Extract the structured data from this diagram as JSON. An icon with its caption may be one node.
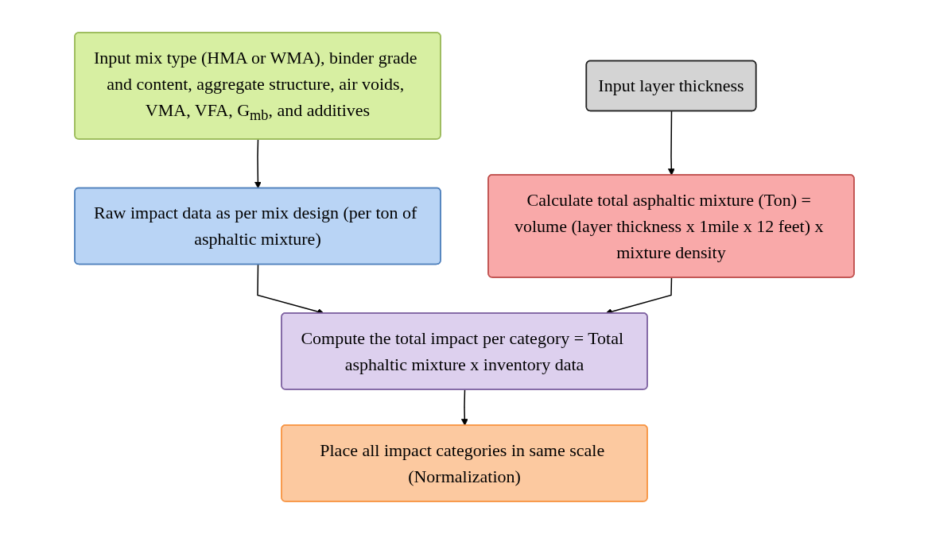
{
  "diagram": {
    "nodes": [
      {
        "text": [
          "Input mix type (HMA or WMA), binder grade and content, aggregate structure, air voids, VMA, VFA, G$_{mb}$, and additives"
        ]
      },
      {
        "text": [
          "Input layer thickness"
        ]
      },
      {
        "text": [
          "Raw impact data as per mix design (per ton of asphaltic mixture)"
        ]
      },
      {
        "text": [
          "Compute the total impact per category = Total asphaltic mixture x inventory data"
        ]
      },
      {
        "text": [
          "Calculate total asphaltic mixture (Ton) = volume (layer thickness x 1mile x 12 feet) x mixture density"
        ]
      },
      {
        "text": [
          "Place all impact categories in same scale (Normalization)"
        ]
      }
    ],
    "edges": [
      {
        "from": 0,
        "to": 2,
        "arrow": "to"
      },
      {
        "from": 2,
        "to": 3,
        "arrow": "to"
      },
      {
        "from": 1,
        "to": 4,
        "arrow": "to"
      },
      {
        "from": 4,
        "to": 3,
        "arrow": "to"
      },
      {
        "from": 3,
        "to": 5,
        "arrow": "to"
      }
    ]
  }
}
